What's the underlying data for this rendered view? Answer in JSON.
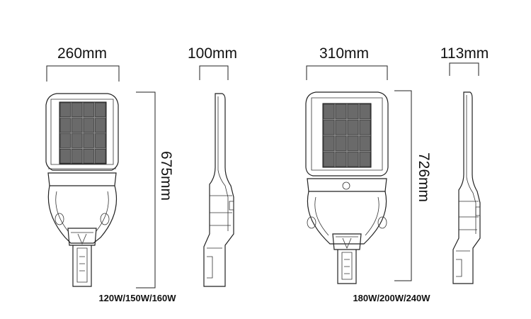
{
  "models": [
    {
      "width_label": "260mm",
      "depth_label": "100mm",
      "height_label": "675mm",
      "wattage_label": "120W/150W/160W"
    },
    {
      "width_label": "310mm",
      "depth_label": "113mm",
      "height_label": "726mm",
      "wattage_label": "180W/200W/240W"
    }
  ]
}
